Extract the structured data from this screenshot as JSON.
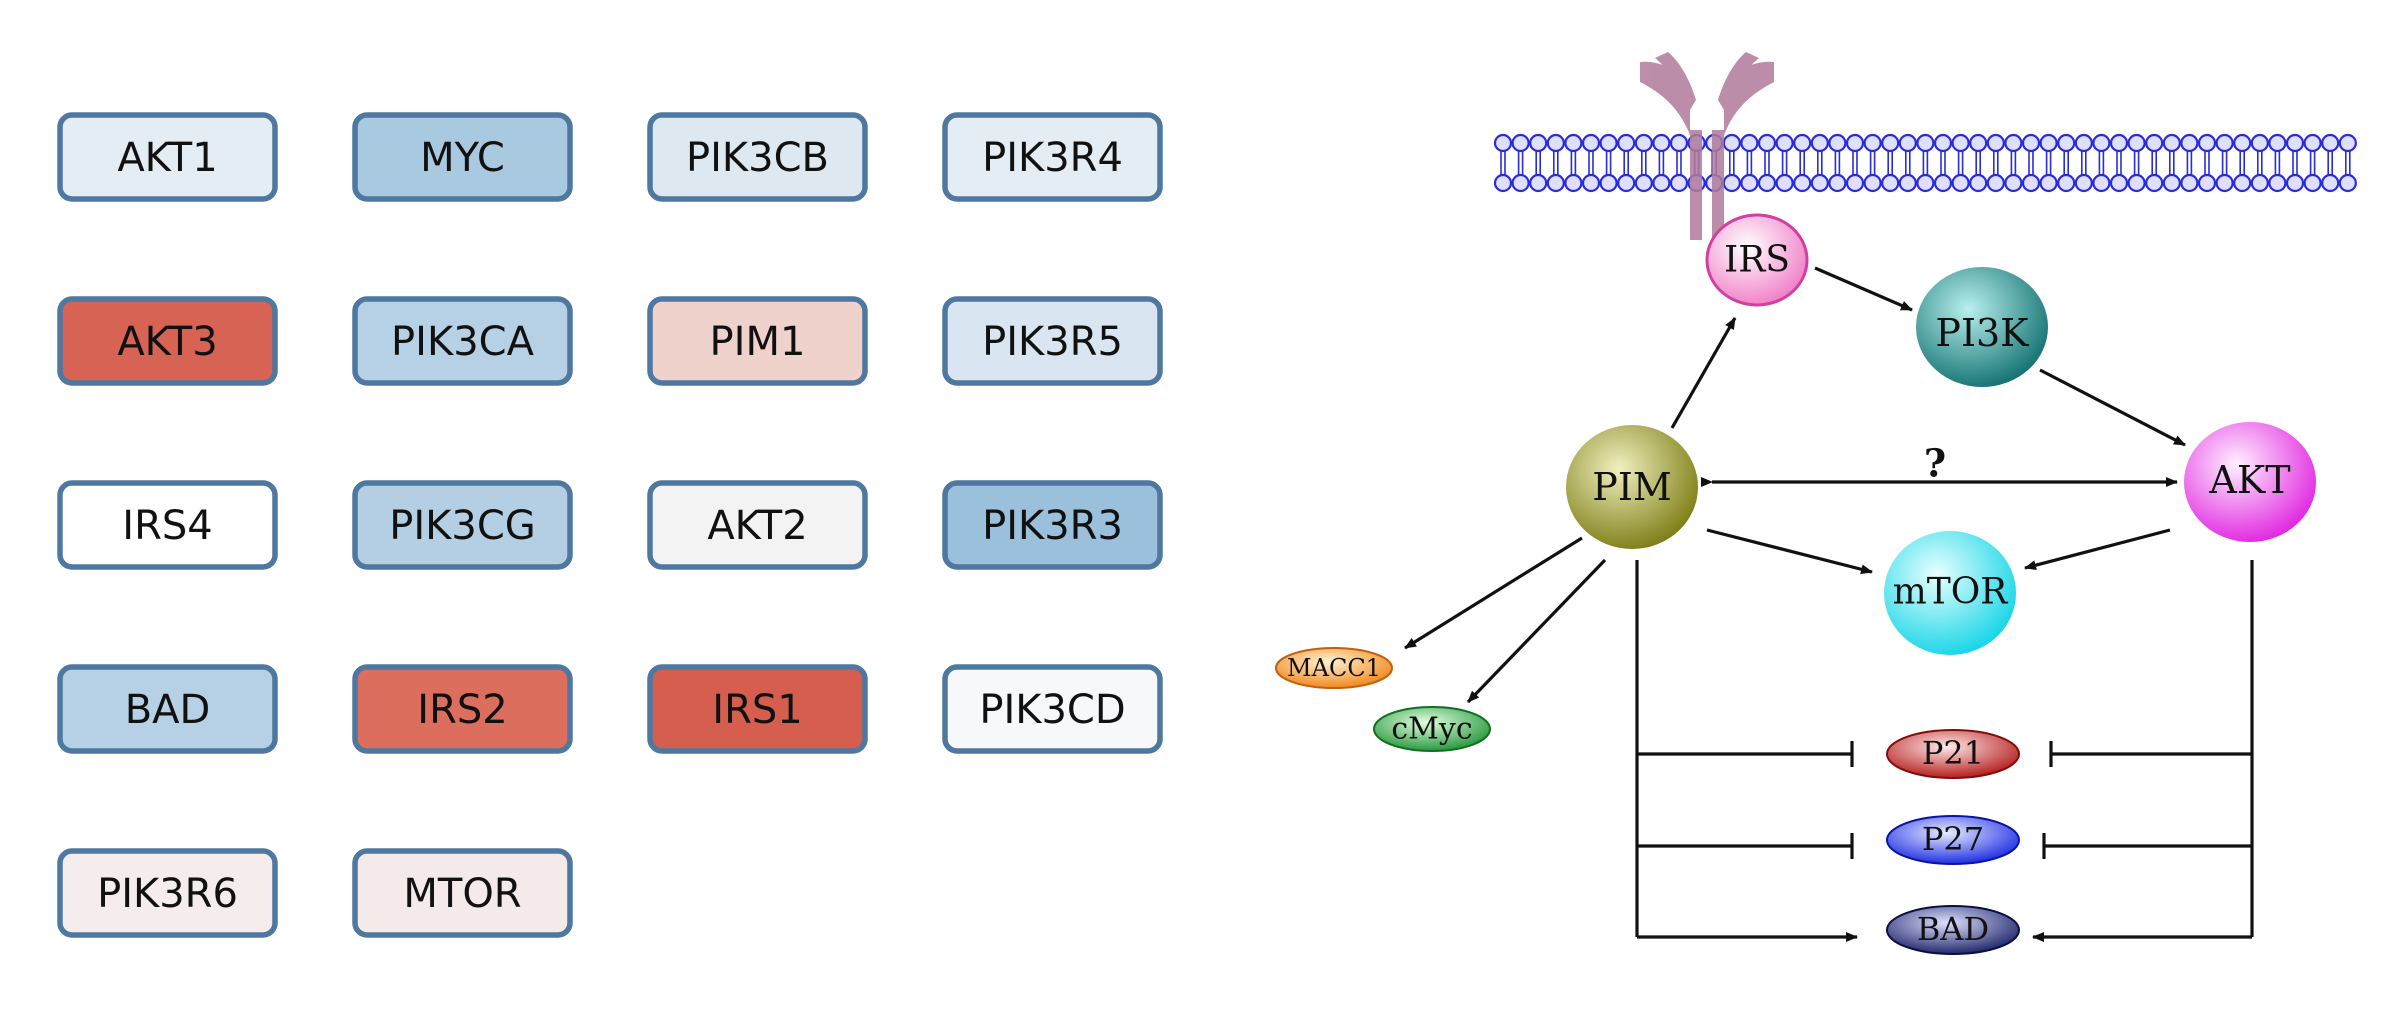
{
  "gene_grid": [
    {
      "label": "AKT1",
      "fill": "#e4edf4"
    },
    {
      "label": "MYC",
      "fill": "#a8c9e0"
    },
    {
      "label": "PIK3CB",
      "fill": "#dde8f1"
    },
    {
      "label": "PIK3R4",
      "fill": "#e4edf4"
    },
    {
      "label": "AKT3",
      "fill": "#d66353"
    },
    {
      "label": "PIK3CA",
      "fill": "#b6d1e6"
    },
    {
      "label": "PIM1",
      "fill": "#efd2cc"
    },
    {
      "label": "PIK3R5",
      "fill": "#d9e6f1"
    },
    {
      "label": "IRS4",
      "fill": "#ffffff"
    },
    {
      "label": "PIK3CG",
      "fill": "#b4cfe4"
    },
    {
      "label": "AKT2",
      "fill": "#f3f3f3"
    },
    {
      "label": "PIK3R3",
      "fill": "#9ac0dc"
    },
    {
      "label": "BAD",
      "fill": "#b6d1e6"
    },
    {
      "label": "IRS2",
      "fill": "#dc6e5e"
    },
    {
      "label": "IRS1",
      "fill": "#d55e4e"
    },
    {
      "label": "PIK3CD",
      "fill": "#f6f8fa"
    },
    {
      "label": "PIK3R6",
      "fill": "#f5eded"
    },
    {
      "label": "MTOR",
      "fill": "#f4eaea"
    }
  ],
  "pathway": {
    "nodes": {
      "irs": {
        "label": "IRS",
        "color": "#f07ac6"
      },
      "pi3k": {
        "label": "PI3K",
        "color": "#1e8c8c"
      },
      "pim": {
        "label": "PIM",
        "color": "#8a8a1a"
      },
      "akt": {
        "label": "AKT",
        "color": "#f044f0"
      },
      "mtor": {
        "label": "mTOR",
        "color": "#1ad8e8"
      },
      "macc1": {
        "label": "MACC1",
        "color": "#f08a1a"
      },
      "cmyc": {
        "label": "cMyc",
        "color": "#2aa040"
      },
      "p21": {
        "label": "P21",
        "color": "#c21a1a"
      },
      "p27": {
        "label": "P27",
        "color": "#1a2ae8"
      },
      "bad": {
        "label": "BAD",
        "color": "#1a2070"
      }
    },
    "unknown_link_label": "?",
    "membrane_color": "#2a2ae0",
    "receptor_color": "#b07a9a"
  }
}
